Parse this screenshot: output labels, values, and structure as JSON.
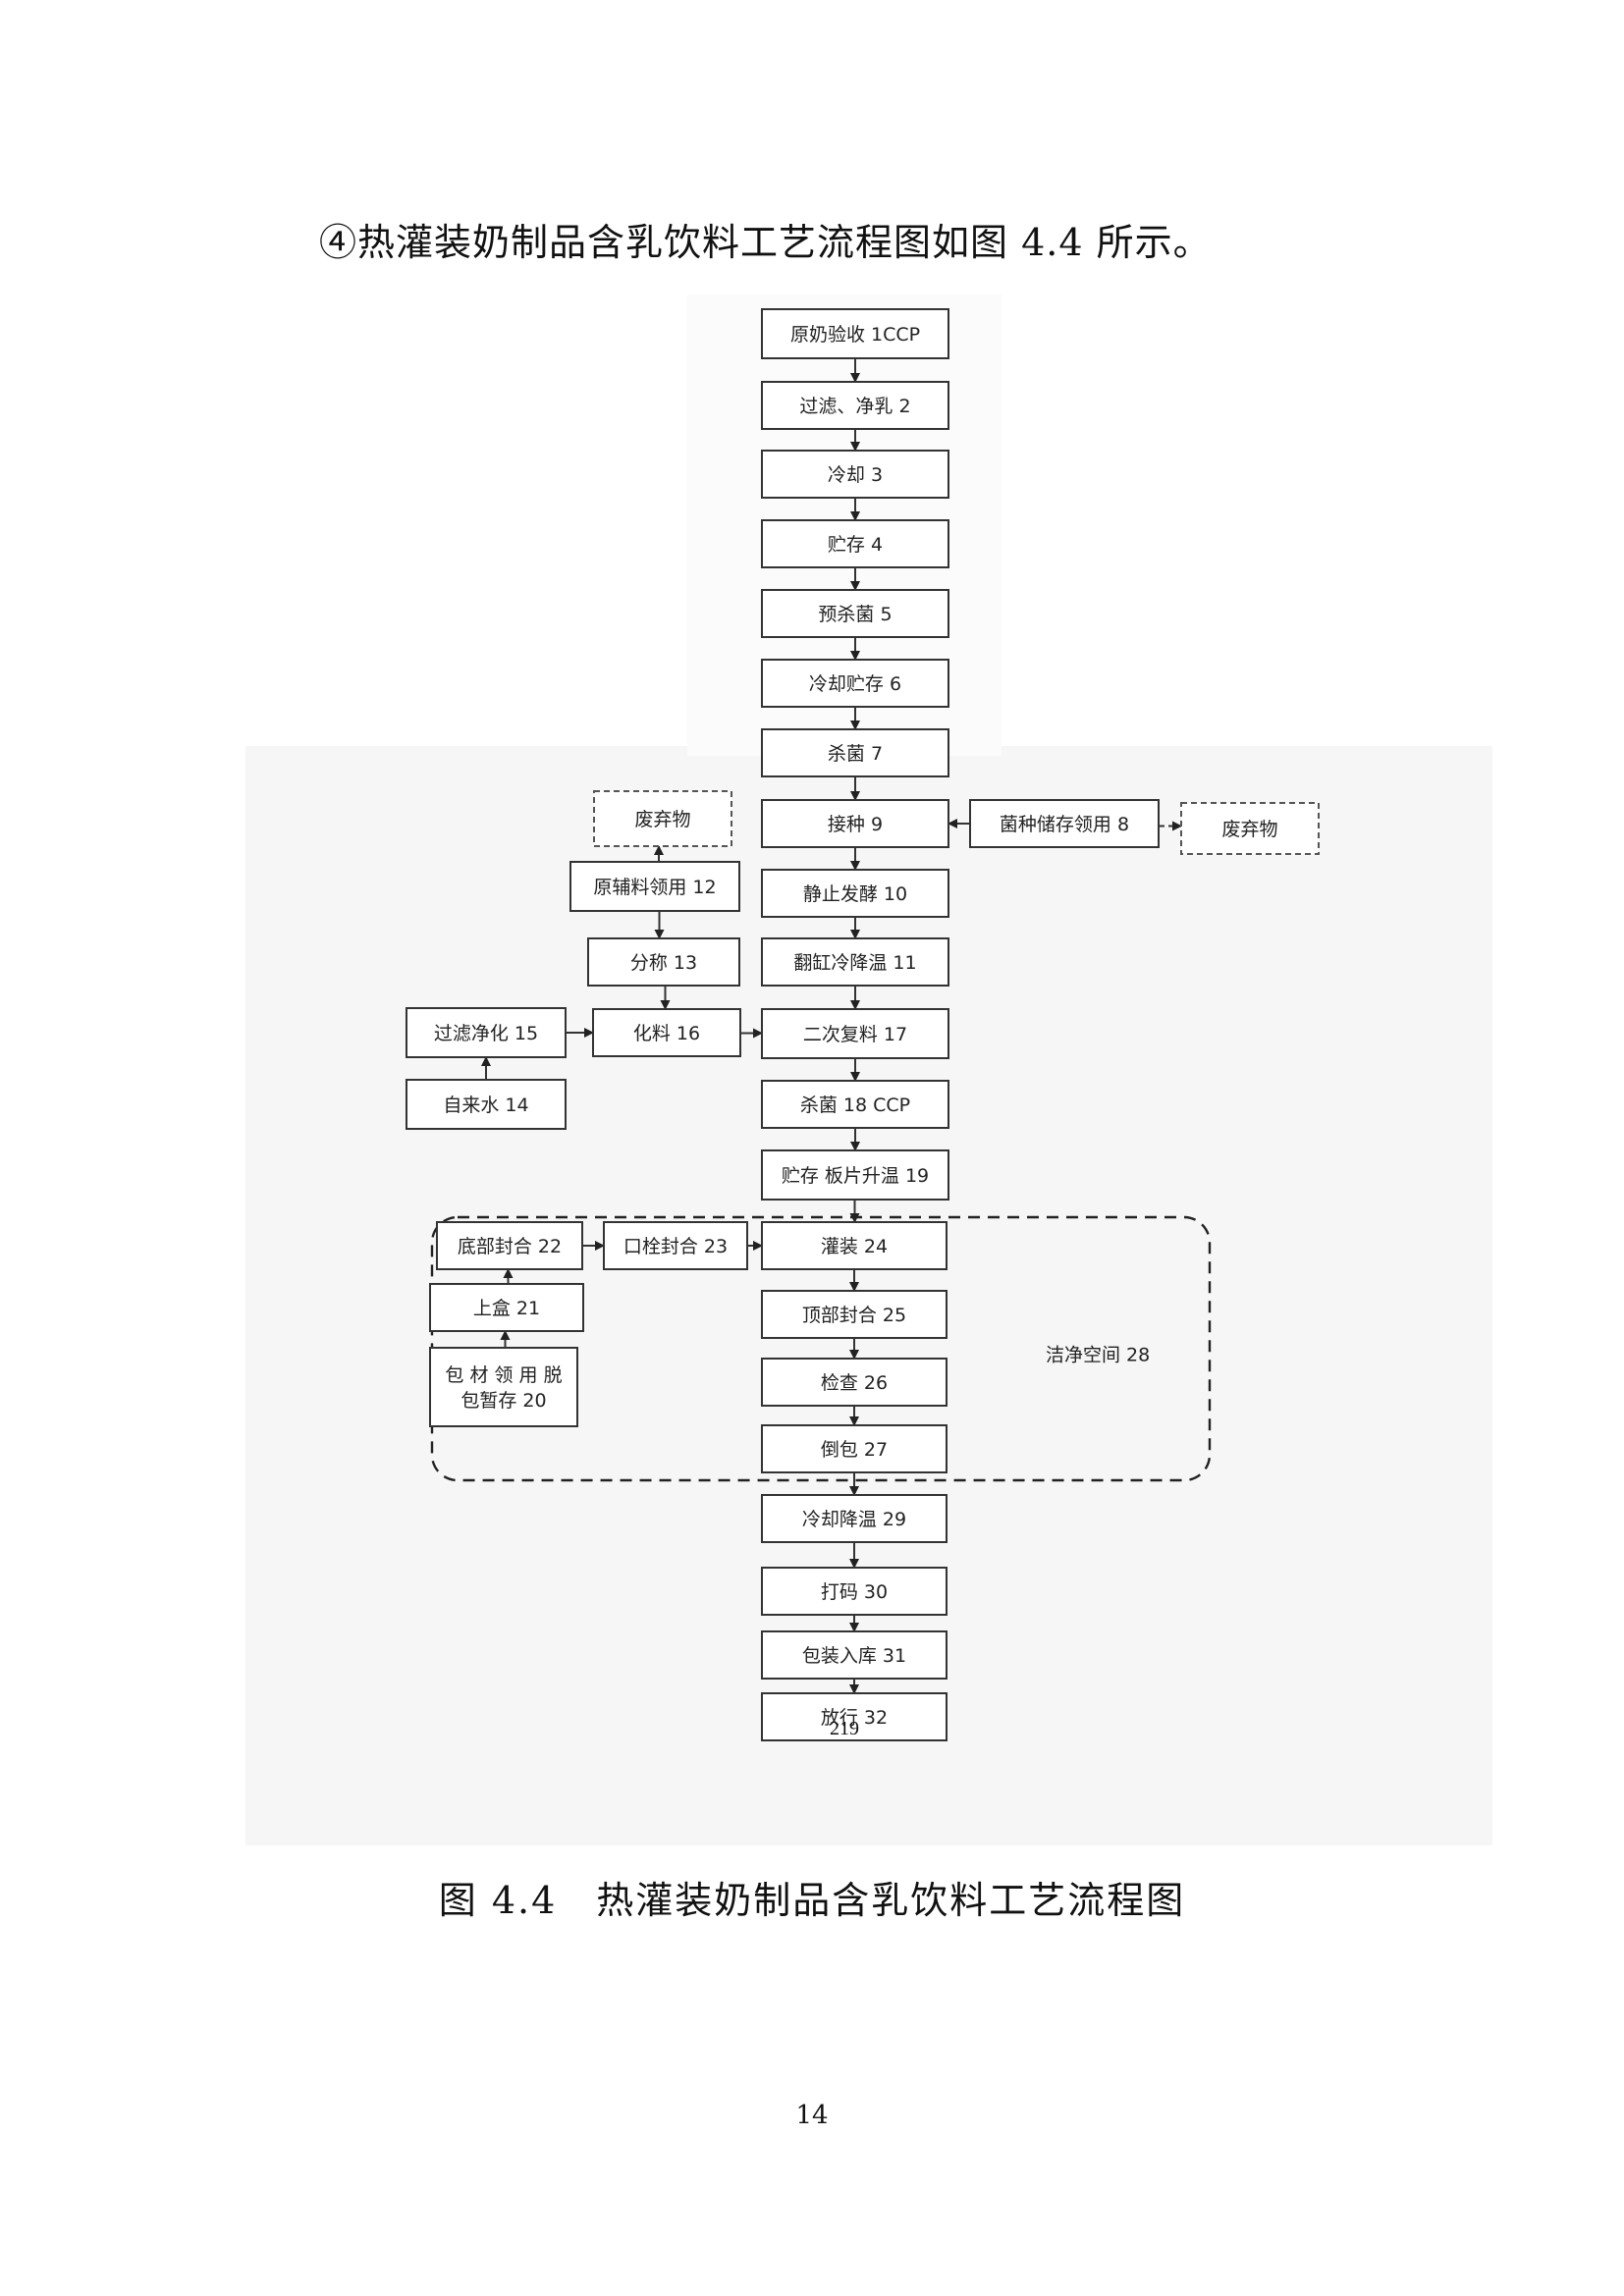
{
  "intro_text": "④热灌装奶制品含乳饮料工艺流程图如图 4.4 所示。",
  "caption": "图 4.4　热灌装奶制品含乳饮料工艺流程图",
  "page_number": "14",
  "figure_page_number": "219",
  "diagram": {
    "nodes": [
      {
        "id": "n1",
        "label": "原奶验收 1CCP"
      },
      {
        "id": "n2",
        "label": "过滤、净乳 2"
      },
      {
        "id": "n3",
        "label": "冷却 3"
      },
      {
        "id": "n4",
        "label": "贮存 4"
      },
      {
        "id": "n5",
        "label": "预杀菌 5"
      },
      {
        "id": "n6",
        "label": "冷却贮存 6"
      },
      {
        "id": "n7",
        "label": "杀菌 7"
      },
      {
        "id": "n9",
        "label": "接种 9"
      },
      {
        "id": "n8",
        "label": "菌种储存领用 8"
      },
      {
        "id": "w1",
        "label": "废弃物",
        "style": "dashed"
      },
      {
        "id": "w2",
        "label": "废弃物",
        "style": "dashed"
      },
      {
        "id": "n12",
        "label": "原辅料领用 12"
      },
      {
        "id": "n10",
        "label": "静止发酵 10"
      },
      {
        "id": "n13",
        "label": "分称 13"
      },
      {
        "id": "n11",
        "label": "翻缸冷降温 11"
      },
      {
        "id": "n15",
        "label": "过滤净化 15"
      },
      {
        "id": "n16",
        "label": "化料 16"
      },
      {
        "id": "n17",
        "label": "二次复料 17"
      },
      {
        "id": "n14",
        "label": "自来水 14"
      },
      {
        "id": "n18",
        "label": "杀菌 18 CCP"
      },
      {
        "id": "n19",
        "label": "贮存  板片升温 19"
      },
      {
        "id": "n22",
        "label": "底部封合 22"
      },
      {
        "id": "n23",
        "label": "口栓封合 23"
      },
      {
        "id": "n24",
        "label": "灌装 24"
      },
      {
        "id": "n21",
        "label": "上盒 21"
      },
      {
        "id": "n25",
        "label": "顶部封合 25"
      },
      {
        "id": "n20",
        "label": "包 材 领 用 脱\n包暂存 20"
      },
      {
        "id": "n26",
        "label": "检查 26"
      },
      {
        "id": "n27",
        "label": "倒包 27"
      },
      {
        "id": "n29",
        "label": "冷却降温 29"
      },
      {
        "id": "n30",
        "label": "打码 30"
      },
      {
        "id": "n31",
        "label": "包装入库 31"
      },
      {
        "id": "n32",
        "label": "放行 32"
      }
    ],
    "region": {
      "label": "洁净空间 28"
    },
    "edges": [
      {
        "from": "n1",
        "to": "n2"
      },
      {
        "from": "n2",
        "to": "n3"
      },
      {
        "from": "n3",
        "to": "n4"
      },
      {
        "from": "n4",
        "to": "n5"
      },
      {
        "from": "n5",
        "to": "n6"
      },
      {
        "from": "n6",
        "to": "n7"
      },
      {
        "from": "n7",
        "to": "n9"
      },
      {
        "from": "n8",
        "to": "n9"
      },
      {
        "from": "n8",
        "to": "w2",
        "style": "dashed"
      },
      {
        "from": "n9",
        "to": "n10"
      },
      {
        "from": "n10",
        "to": "n11"
      },
      {
        "from": "n11",
        "to": "n17"
      },
      {
        "from": "n12",
        "to": "w1"
      },
      {
        "from": "n12",
        "to": "n13"
      },
      {
        "from": "n13",
        "to": "n16"
      },
      {
        "from": "n15",
        "to": "n16"
      },
      {
        "from": "n14",
        "to": "n15"
      },
      {
        "from": "n16",
        "to": "n17"
      },
      {
        "from": "n17",
        "to": "n18"
      },
      {
        "from": "n18",
        "to": "n19"
      },
      {
        "from": "n19",
        "to": "n24"
      },
      {
        "from": "n20",
        "to": "n21"
      },
      {
        "from": "n21",
        "to": "n22"
      },
      {
        "from": "n22",
        "to": "n23"
      },
      {
        "from": "n23",
        "to": "n24"
      },
      {
        "from": "n24",
        "to": "n25"
      },
      {
        "from": "n25",
        "to": "n26"
      },
      {
        "from": "n26",
        "to": "n27"
      },
      {
        "from": "n27",
        "to": "n29"
      },
      {
        "from": "n29",
        "to": "n30"
      },
      {
        "from": "n30",
        "to": "n31"
      },
      {
        "from": "n31",
        "to": "n32"
      }
    ]
  }
}
